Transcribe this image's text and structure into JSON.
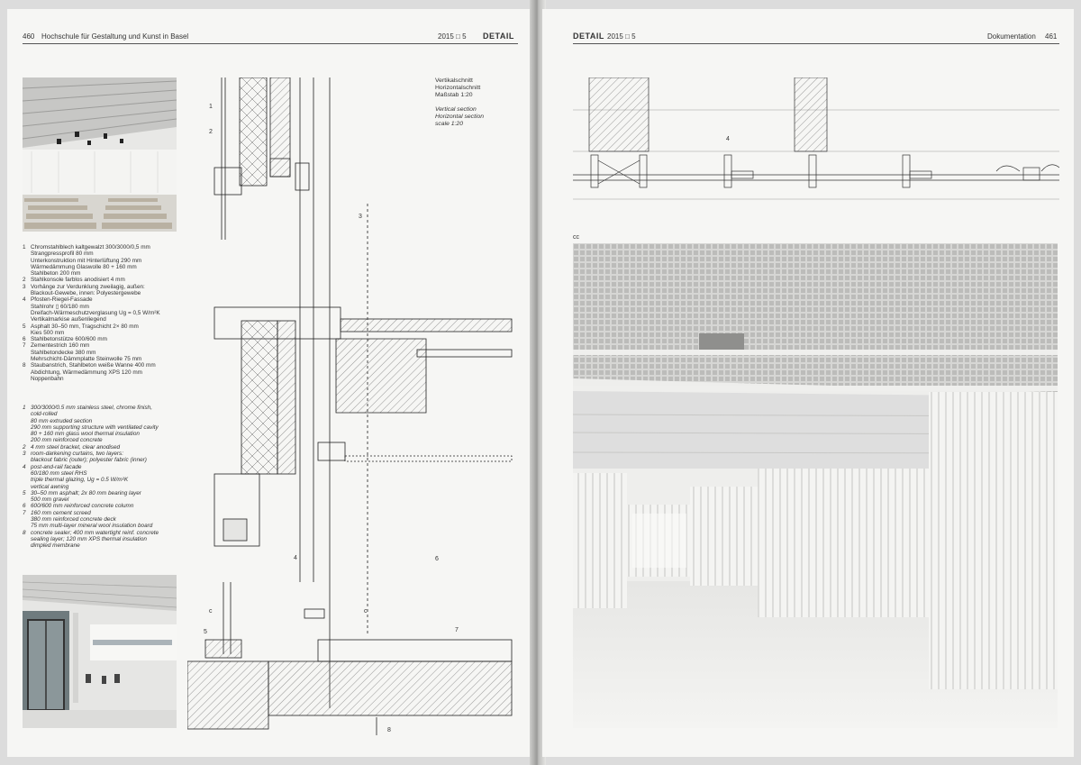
{
  "left_page": {
    "page_number": "460",
    "running_title": "Hochschule für Gestaltung und Kunst in Basel",
    "issue": "2015 □ 5",
    "brand": "DETAIL"
  },
  "right_page": {
    "brand": "DETAIL",
    "issue": "2015 □ 5",
    "section": "Dokumentation",
    "page_number": "461",
    "section_mark": "cc"
  },
  "captions": {
    "de": "Vertikalschnitt\nHorizontalschnitt\nMaßstab 1:20",
    "en": "Vertical section\nHorizontal section\nscale 1:20"
  },
  "legend_de": [
    {
      "n": "1",
      "text": "Chromstahlblech kaltgewalzt 300/3000/0,5 mm\nStrangpressprofil 80 mm\nUnterkonstruktion mit Hinterlüftung 290 mm\nWärmedämmung Glaswolle 80 + 160 mm\nStahlbeton 200 mm"
    },
    {
      "n": "2",
      "text": "Stahlkonsole farblos anodisiert 4 mm"
    },
    {
      "n": "3",
      "text": "Vorhänge zur Verdunklung zweilagig, außen:\nBlackout-Gewebe, innen: Polyestergewebe"
    },
    {
      "n": "4",
      "text": "Pfosten-Riegel-Fassade\nStahlrohr ▯ 60/180 mm\nDreifach-Wärmeschutzverglasung Ug = 0,5 W/m²K\nVertikalmarkise außenliegend"
    },
    {
      "n": "5",
      "text": "Asphalt 30–50 mm, Tragschicht 2× 80 mm\nKies 500 mm"
    },
    {
      "n": "6",
      "text": "Stahlbetonstütze 600/600 mm"
    },
    {
      "n": "7",
      "text": "Zementestrich 160 mm\nStahlbetondecke 380 mm\nMehrschicht-Dämmplatte Steinwolle 75 mm"
    },
    {
      "n": "8",
      "text": "Staubanstrich, Stahlbeton weiße Wanne 400 mm\nAbdichtung, Wärmedämmung XPS 120 mm\nNoppenbahn"
    }
  ],
  "legend_en": [
    {
      "n": "1",
      "text": "300/3000/0.5 mm stainless steel, chrome finish,\ncold-rolled\n80 mm extruded section\n290 mm supporting structure with ventilated cavity\n80 + 160 mm glass wool thermal insulation\n200 mm reinforced concrete"
    },
    {
      "n": "2",
      "text": "4 mm steel bracket, clear anodised"
    },
    {
      "n": "3",
      "text": "room-darkening curtains, two layers:\nblackout fabric (outer); polyester fabric (inner)"
    },
    {
      "n": "4",
      "text": "post-and-rail facade\n60/180 mm steel RHS\ntriple thermal glazing, Ug = 0.5 W/m²K\nvertical awning"
    },
    {
      "n": "5",
      "text": "30–50 mm asphalt; 2x 80 mm bearing layer\n500 mm gravel"
    },
    {
      "n": "6",
      "text": "600/600 mm reinforced concrete column"
    },
    {
      "n": "7",
      "text": "160 mm cement screed\n380 mm reinforced concrete deck\n75 mm multi-layer mineral wool insulation board"
    },
    {
      "n": "8",
      "text": "concrete sealer; 400 mm watertight reinf. concrete\nsealing layer; 120 mm XPS thermal insulation\ndimpled membrane"
    }
  ],
  "drawing_labels": {
    "l1": "1",
    "l2": "2",
    "l3": "3",
    "l4": "4",
    "l5": "5",
    "l6": "6",
    "l7": "7",
    "l8": "8",
    "cut_a": "c",
    "cut_b": "c",
    "plan_4": "4"
  },
  "colors": {
    "paper": "#f6f6f4",
    "ink": "#222222",
    "photo_white": "#f2f2f0"
  }
}
